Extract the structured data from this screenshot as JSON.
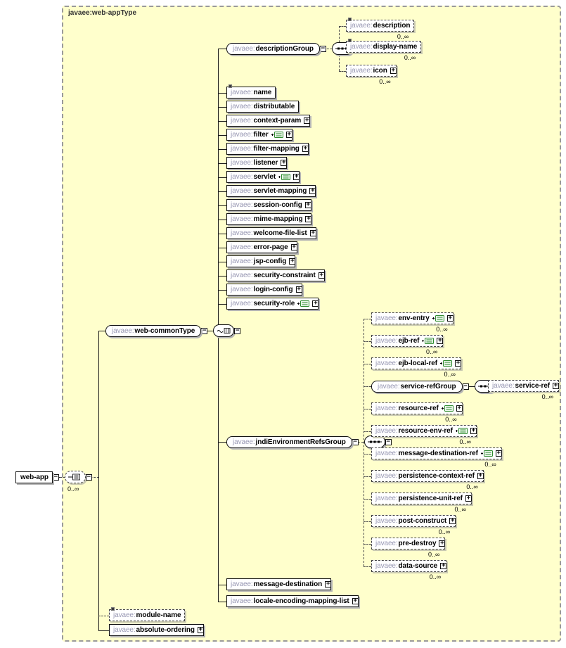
{
  "diagram": {
    "title": "javaee:web-appType",
    "kind": "xml-schema-content-model"
  },
  "icons": {
    "collapse": "−",
    "expand": "+",
    "sequence-icon": "three-dots-on-line",
    "choice-icon": "switch-branch",
    "all-icon": "tilde-grid",
    "key-icon": "green-constraint-box",
    "flag-icon": "annotation-corner-marker"
  },
  "colors": {
    "frame_bg": "#ffffcc",
    "frame_border": "#9a9a9a",
    "prefix_text": "#9999b4",
    "label_text": "#000000",
    "key_green": "#2e8b2e",
    "shadow": "#b4b4b4"
  },
  "nodes": {
    "web-app": {
      "label": "web-app"
    },
    "root-choice": {
      "occurs": "0..∞"
    },
    "web-commonType": {
      "prefix": "javaee:",
      "label": "web-commonType"
    },
    "descriptionGroup": {
      "prefix": "javaee:",
      "label": "descriptionGroup"
    },
    "description": {
      "prefix": "javaee:",
      "label": "description",
      "occurs": "0..∞"
    },
    "display-name": {
      "prefix": "javaee:",
      "label": "display-name",
      "occurs": "0..∞"
    },
    "icon": {
      "prefix": "javaee:",
      "label": "icon",
      "occurs": "0..∞"
    },
    "name": {
      "prefix": "javaee:",
      "label": "name"
    },
    "distributable": {
      "prefix": "javaee:",
      "label": "distributable"
    },
    "context-param": {
      "prefix": "javaee:",
      "label": "context-param"
    },
    "filter": {
      "prefix": "javaee:",
      "label": "filter"
    },
    "filter-mapping": {
      "prefix": "javaee:",
      "label": "filter-mapping"
    },
    "listener": {
      "prefix": "javaee:",
      "label": "listener"
    },
    "servlet": {
      "prefix": "javaee:",
      "label": "servlet"
    },
    "servlet-mapping": {
      "prefix": "javaee:",
      "label": "servlet-mapping"
    },
    "session-config": {
      "prefix": "javaee:",
      "label": "session-config"
    },
    "mime-mapping": {
      "prefix": "javaee:",
      "label": "mime-mapping"
    },
    "welcome-file-list": {
      "prefix": "javaee:",
      "label": "welcome-file-list"
    },
    "error-page": {
      "prefix": "javaee:",
      "label": "error-page"
    },
    "jsp-config": {
      "prefix": "javaee:",
      "label": "jsp-config"
    },
    "security-constraint": {
      "prefix": "javaee:",
      "label": "security-constraint"
    },
    "login-config": {
      "prefix": "javaee:",
      "label": "login-config"
    },
    "security-role": {
      "prefix": "javaee:",
      "label": "security-role"
    },
    "jndiEnvironmentRefsGroup": {
      "prefix": "javaee:",
      "label": "jndiEnvironmentRefsGroup"
    },
    "env-entry": {
      "prefix": "javaee:",
      "label": "env-entry",
      "occurs": "0..∞"
    },
    "ejb-ref": {
      "prefix": "javaee:",
      "label": "ejb-ref",
      "occurs": "0..∞"
    },
    "ejb-local-ref": {
      "prefix": "javaee:",
      "label": "ejb-local-ref",
      "occurs": "0..∞"
    },
    "service-refGroup": {
      "prefix": "javaee:",
      "label": "service-refGroup"
    },
    "service-ref": {
      "prefix": "javaee:",
      "label": "service-ref",
      "occurs": "0..∞"
    },
    "resource-ref": {
      "prefix": "javaee:",
      "label": "resource-ref",
      "occurs": "0..∞"
    },
    "resource-env-ref": {
      "prefix": "javaee:",
      "label": "resource-env-ref",
      "occurs": "0..∞"
    },
    "message-destination-ref": {
      "prefix": "javaee:",
      "label": "message-destination-ref",
      "occurs": "0..∞"
    },
    "persistence-context-ref": {
      "prefix": "javaee:",
      "label": "persistence-context-ref",
      "occurs": "0..∞"
    },
    "persistence-unit-ref": {
      "prefix": "javaee:",
      "label": "persistence-unit-ref",
      "occurs": "0..∞"
    },
    "post-construct": {
      "prefix": "javaee:",
      "label": "post-construct",
      "occurs": "0..∞"
    },
    "pre-destroy": {
      "prefix": "javaee:",
      "label": "pre-destroy",
      "occurs": "0..∞"
    },
    "data-source": {
      "prefix": "javaee:",
      "label": "data-source",
      "occurs": "0..∞"
    },
    "message-destination": {
      "prefix": "javaee:",
      "label": "message-destination"
    },
    "locale-encoding-mapping-list": {
      "prefix": "javaee:",
      "label": "locale-encoding-mapping-list"
    },
    "module-name": {
      "prefix": "javaee:",
      "label": "module-name"
    },
    "absolute-ordering": {
      "prefix": "javaee:",
      "label": "absolute-ordering"
    }
  }
}
